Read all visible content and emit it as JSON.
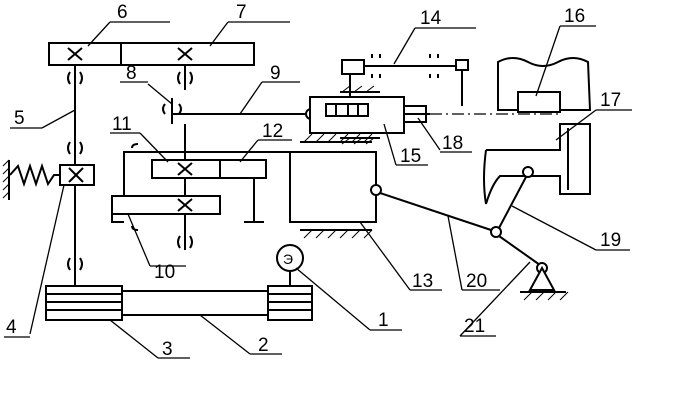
{
  "diagram": {
    "labels": {
      "l1": "1",
      "l2": "2",
      "l3": "3",
      "l4": "4",
      "l5": "5",
      "l6": "6",
      "l7": "7",
      "l8": "8",
      "l9": "9",
      "l10": "10",
      "l11": "11",
      "l12": "12",
      "l13": "13",
      "l14": "14",
      "l15": "15",
      "l16": "16",
      "l17": "17",
      "l18": "18",
      "l19": "19",
      "l20": "20",
      "l21": "21"
    },
    "motor_symbol": "Э"
  }
}
